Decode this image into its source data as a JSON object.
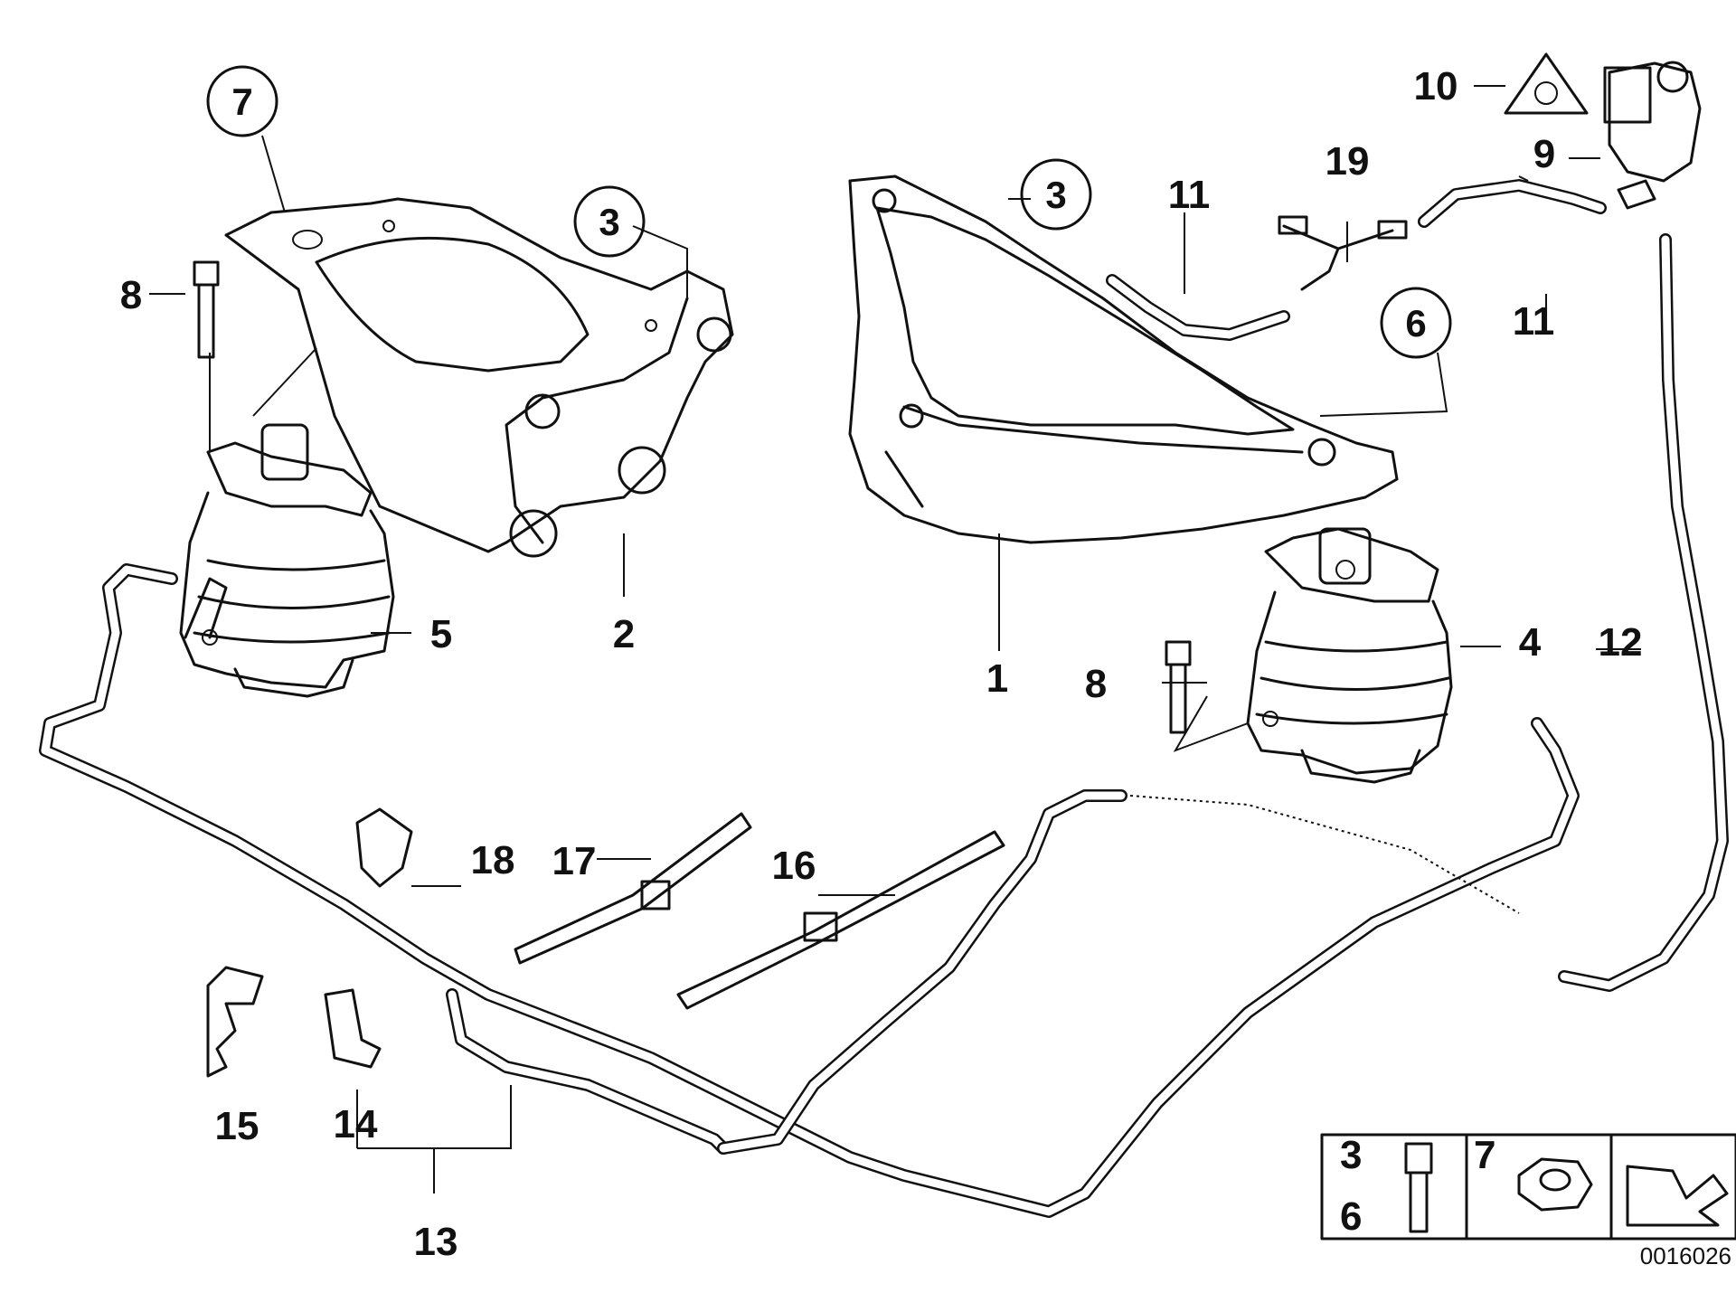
{
  "diagram_code": "0016026",
  "callouts": {
    "c1": "1",
    "c2": "2",
    "c3a": "3",
    "c3b": "3",
    "c4": "4",
    "c5": "5",
    "c6": "6",
    "c7": "7",
    "c8a": "8",
    "c8b": "8",
    "c9": "9",
    "c10": "10",
    "c11a": "11",
    "c11b": "11",
    "c12": "12",
    "c13": "13",
    "c14": "14",
    "c15": "15",
    "c16": "16",
    "c17": "17",
    "c18": "18",
    "c19": "19"
  },
  "legend_box": {
    "cell1_top": "3",
    "cell1_bottom": "6",
    "cell2_top": "7"
  }
}
